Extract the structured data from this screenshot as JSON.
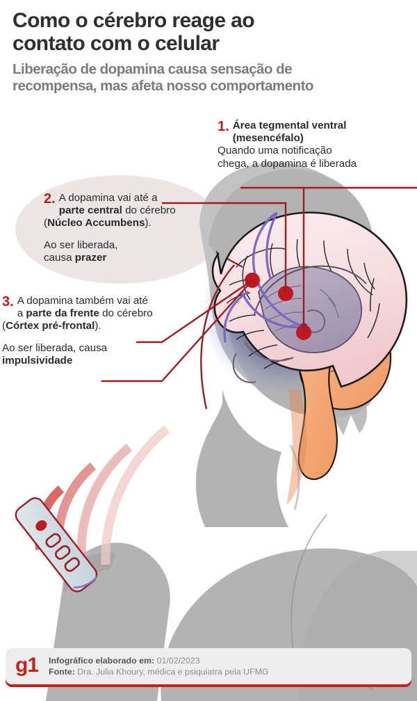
{
  "header": {
    "title_line1": "Como o cérebro reage ao",
    "title_line2": "contato com o celular",
    "subtitle_line1": "Liberação de dopamina causa sensação de",
    "subtitle_line2": "recompensa, mas afeta nosso comportamento"
  },
  "callouts": [
    {
      "number": "1.",
      "heading_line1": "Área tegmental ventral",
      "heading_line2": "(mesencéfalo)",
      "body_line1": "Quando uma notificação",
      "body_line2": "chega, a dopamina é liberada"
    },
    {
      "number": "2.",
      "line1_a": "A dopamina vai até a",
      "line2_b": "parte central",
      "line2_a": " do cérebro",
      "line3_pre": "(",
      "line3_b": "Núcleo Accumbens",
      "line3_post": ").",
      "sub_line1": "Ao ser liberada,",
      "sub_line2_a": "causa ",
      "sub_line2_b": "prazer"
    },
    {
      "number": "3.",
      "line1_a": "A dopamina também vai até",
      "line2_pre": "a ",
      "line2_b": "parte da frente",
      "line2_post": " do cérebro",
      "line3_pre": "(",
      "line3_b": "Córtex pré-frontal",
      "line3_post": ").",
      "sub_line1": "Ao ser liberada, causa",
      "sub_line2_b": "impulsividade"
    }
  ],
  "footer": {
    "logo": "g1",
    "credit_label": "Infográfico elaborado em:",
    "credit_value": " 01/02/2023",
    "source_label": "Fonte:",
    "source_value": " Dra. Julia Khoury, médica e psiquiatra pela UFMG"
  },
  "colors": {
    "accent_red": "#c0181e",
    "brand_red": "#c8201c",
    "title_gray": "#2f2f2f",
    "subtitle_gray": "#7b7b7b",
    "silhouette": "#b3b3b3",
    "cortex_pink": "#f7dfe0",
    "brainstem_orange": "#f5a878",
    "thalamus_purple": "#b0a5bd",
    "pathway_purple": "#7b63c8",
    "bubble_pink": "#ece5e5"
  },
  "illustration": {
    "person": "woman-silhouette-holding-phone",
    "brain": "sagittal-brain-cross-section",
    "dots": [
      "prefrontal-cortex-dot",
      "nucleus-accumbens-dot",
      "ventral-tegmental-area-dot"
    ],
    "waves": "phone-notification-sound-waves"
  }
}
